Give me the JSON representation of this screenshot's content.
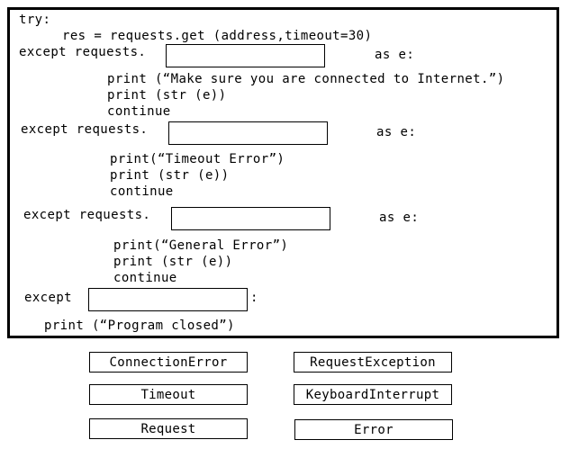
{
  "code": {
    "try_kw": "try:",
    "res_line": "res = requests.get (address,timeout=30)",
    "except_requests": "except requests.",
    "as_e": "as e:",
    "print_connected": "print (“Make sure you are connected to Internet.”)",
    "print_str_e": "print (str (e))",
    "continue_kw": "continue",
    "print_timeout": "print(“Timeout Error”)",
    "print_general": "print(“General Error”)",
    "except_kw": "except",
    "colon": ":",
    "print_closed": "print (“Program closed”)"
  },
  "options": [
    "ConnectionError",
    "RequestException",
    "Timeout",
    "KeyboardInterrupt",
    "Request",
    "Error"
  ]
}
